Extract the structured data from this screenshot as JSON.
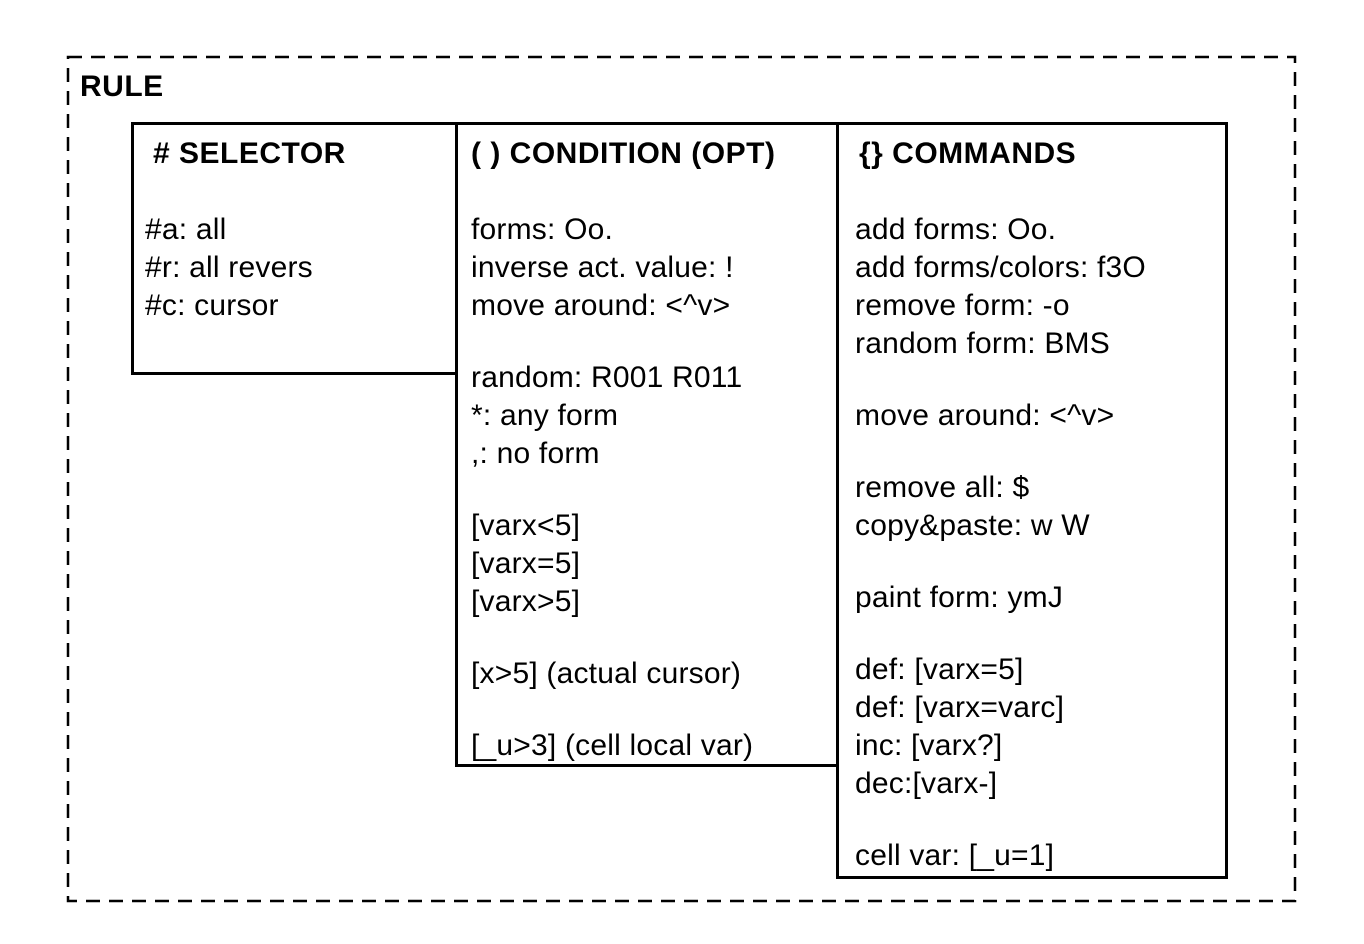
{
  "diagram": {
    "label": "RULE",
    "colors": {
      "background": "#ffffff",
      "border": "#000000",
      "text": "#000000"
    },
    "boxes": {
      "selector": {
        "header": "# SELECTOR",
        "groups": [
          [
            "#a: all",
            "#r: all revers",
            "#c: cursor"
          ]
        ]
      },
      "condition": {
        "header": "( ) CONDITION (OPT)",
        "groups": [
          [
            "forms: Oo.",
            "inverse act. value: !",
            "move around: <^v>"
          ],
          [
            "random: R001 R011",
            "*: any form",
            ",: no form"
          ],
          [
            "[varx<5]",
            "[varx=5]",
            "[varx>5]"
          ],
          [
            "[x>5] (actual cursor)"
          ],
          [
            "[_u>3] (cell local var)"
          ]
        ]
      },
      "commands": {
        "header": "{} COMMANDS",
        "groups": [
          [
            "add forms: Oo.",
            "add forms/colors: f3O",
            "remove form: -o",
            "random form: BMS"
          ],
          [
            "move around: <^v>"
          ],
          [
            "remove all: $",
            "copy&paste: w W"
          ],
          [
            "paint form: ymJ"
          ],
          [
            "def: [varx=5]",
            "def: [varx=varc]",
            "inc: [varx?]",
            "dec:[varx-]"
          ],
          [
            "cell var: [_u=1]"
          ]
        ]
      }
    }
  }
}
